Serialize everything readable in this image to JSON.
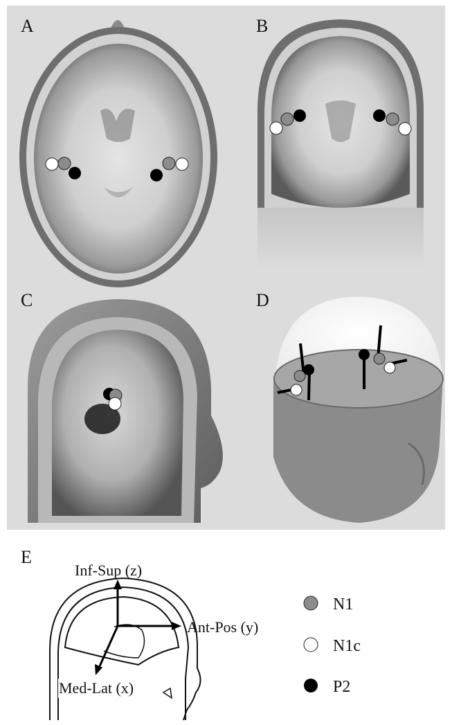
{
  "panels": {
    "a": {
      "label": "A"
    },
    "b": {
      "label": "B"
    },
    "c": {
      "label": "C"
    },
    "d": {
      "label": "D"
    },
    "e": {
      "label": "E"
    }
  },
  "axes": {
    "z": "Inf-Sup (z)",
    "y": "Ant-Pos (y)",
    "x": "Med-Lat (x)"
  },
  "legend": [
    {
      "label": "N1",
      "color": "#8c8c8c"
    },
    {
      "label": "N1c",
      "color": "#ffffff"
    },
    {
      "label": "P2",
      "color": "#000000"
    }
  ],
  "colors": {
    "n1": "#8c8c8c",
    "n1c": "#ffffff",
    "p2": "#000000",
    "panel_bg": "#dddddd"
  }
}
